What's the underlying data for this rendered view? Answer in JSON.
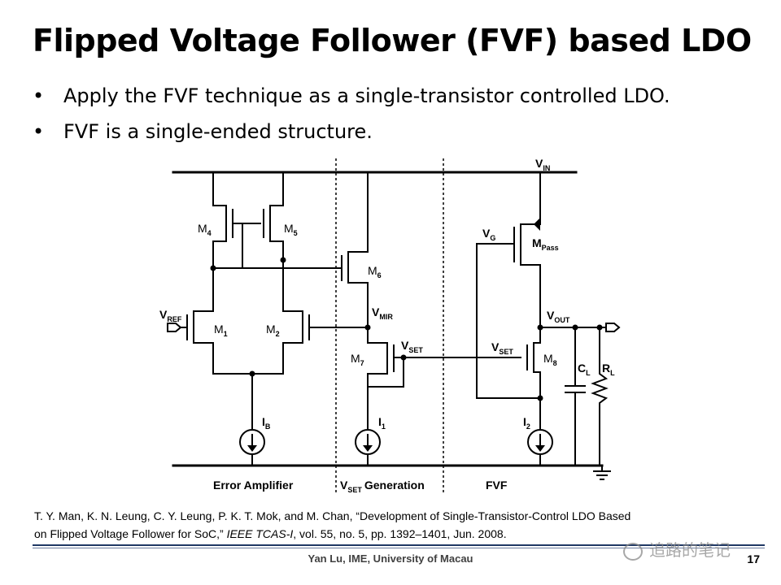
{
  "slide": {
    "title": "Flipped Voltage Follower (FVF) based LDO",
    "bullets": [
      "Apply the FVF technique as a single-transistor controlled LDO.",
      "FVF is a single-ended structure."
    ],
    "bullet_symbol": "•"
  },
  "diagram": {
    "sections": [
      "Error Amplifier",
      "Generation",
      "FVF"
    ],
    "section_prefix": {
      "main": "V",
      "sub": "SET"
    },
    "transistors": [
      {
        "main": "M",
        "sub": "4"
      },
      {
        "main": "M",
        "sub": "5"
      },
      {
        "main": "M",
        "sub": "6"
      },
      {
        "main": "M",
        "sub": "1"
      },
      {
        "main": "M",
        "sub": "2"
      },
      {
        "main": "M",
        "sub": "7"
      },
      {
        "main": "M",
        "sub": "8"
      },
      {
        "main": "M",
        "sub": "Pass"
      }
    ],
    "nodes": [
      {
        "main": "V",
        "sub": "IN"
      },
      {
        "main": "V",
        "sub": "REF"
      },
      {
        "main": "V",
        "sub": "MIR"
      },
      {
        "main": "V",
        "sub": "SET"
      },
      {
        "main": "V",
        "sub": "SET"
      },
      {
        "main": "V",
        "sub": "G"
      },
      {
        "main": "V",
        "sub": "OUT"
      }
    ],
    "sources": [
      {
        "main": "I",
        "sub": "B"
      },
      {
        "main": "I",
        "sub": "1"
      },
      {
        "main": "I",
        "sub": "2"
      }
    ],
    "passives": [
      {
        "main": "C",
        "sub": "L"
      },
      {
        "main": "R",
        "sub": "L"
      }
    ]
  },
  "citation": {
    "line1": "T. Y. Man, K. N. Leung, C. Y. Leung, P. K. T. Mok, and M. Chan, “Development of Single-Transistor-Control LDO Based",
    "line2_pre": "on Flipped Voltage Follower for SoC,” ",
    "line2_journal": "IEEE TCAS-I",
    "line2_post": ", vol. 55, no. 5, pp. 1392–1401, Jun. 2008."
  },
  "footer": {
    "text": "Yan Lu, IME, University of Macau",
    "page": "17",
    "watermark": "追路的笔记"
  }
}
